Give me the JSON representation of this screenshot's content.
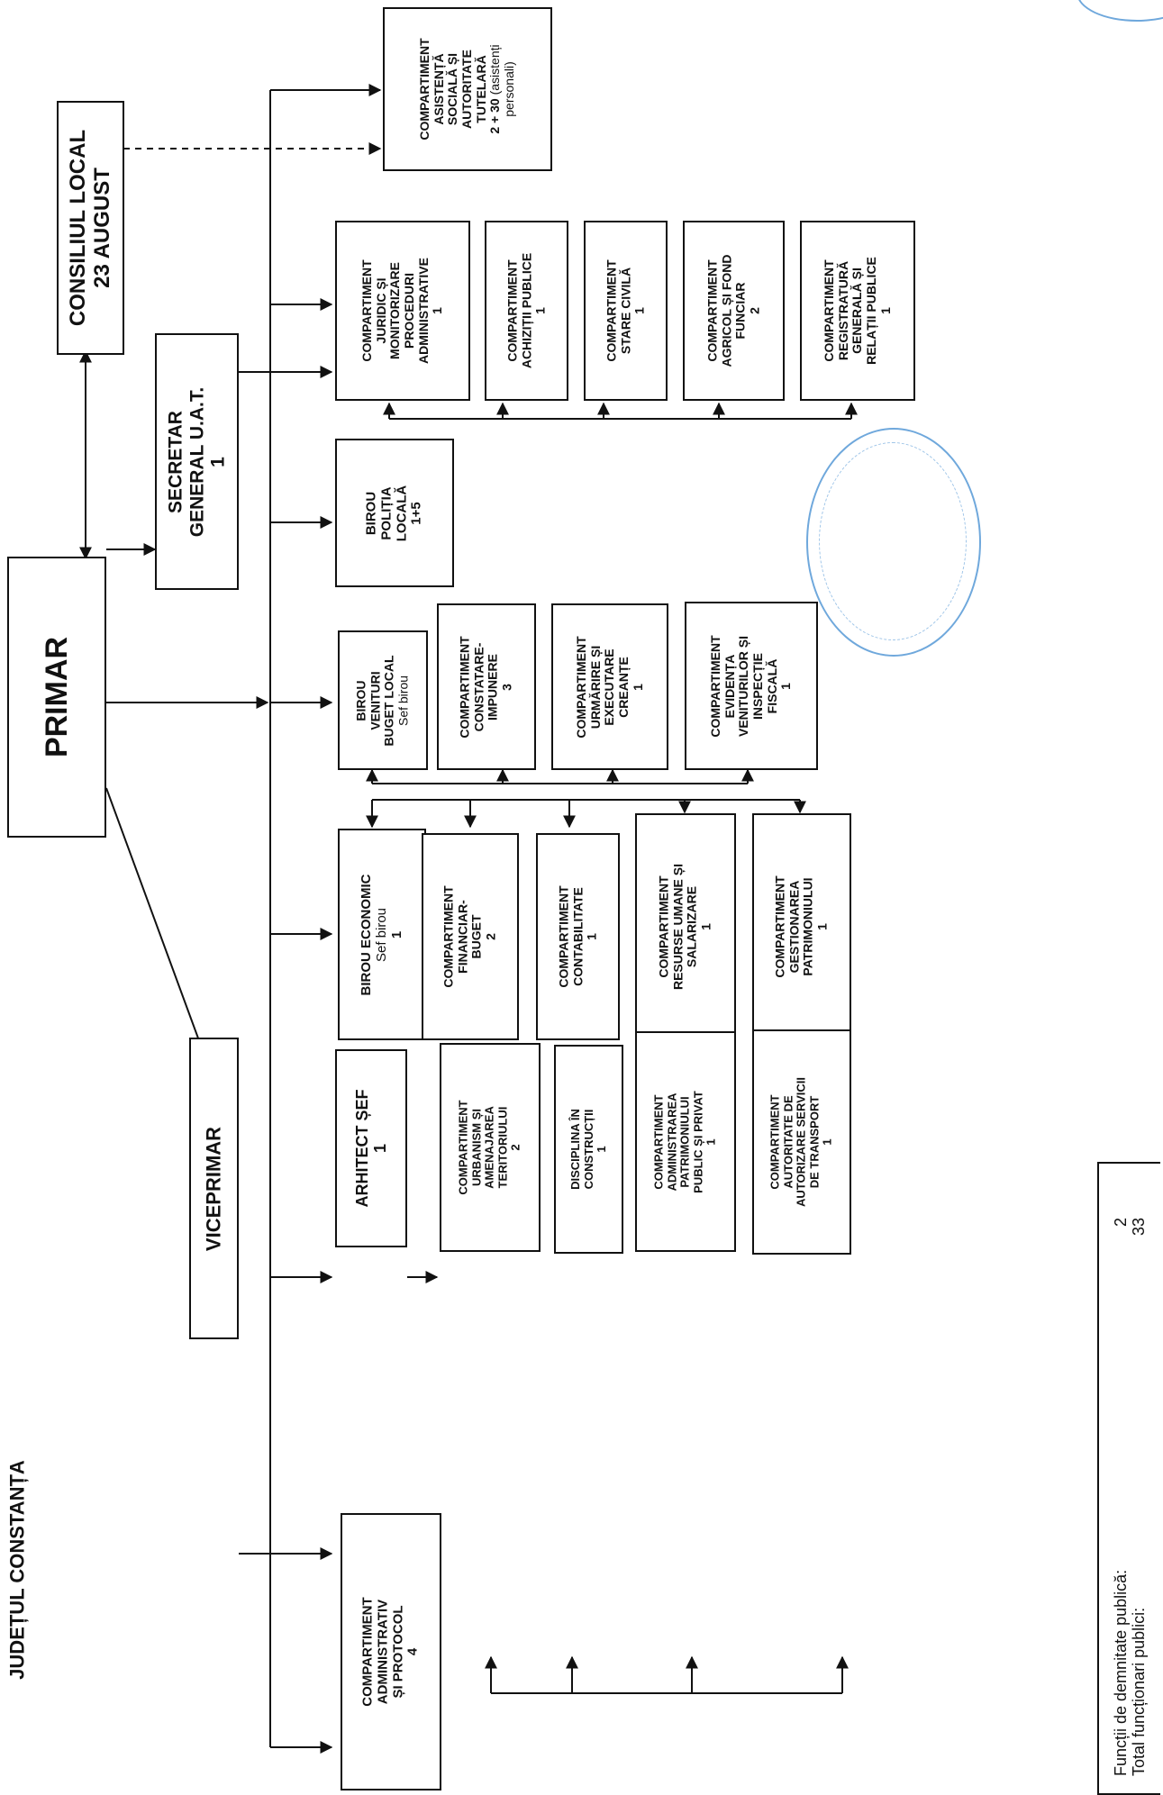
{
  "heading": "JUDEȚUL CONSTANȚA",
  "nodes": {
    "consiliu": [
      "CONSILIUL LOCAL",
      "23 AUGUST"
    ],
    "primar": [
      "PRIMAR"
    ],
    "secretar": [
      "SECRETAR",
      "GENERAL U.A.T.",
      "1"
    ],
    "viceprimar": [
      "VICEPRIMAR"
    ],
    "asistenta": [
      "COMPARTIMENT",
      "ASISTENȚĂ",
      "SOCIALĂ ȘI",
      "AUTORITATE",
      "TUTELARĂ",
      "2 + 30",
      "(asistenți",
      "personali)"
    ],
    "juridic": [
      "COMPARTIMENT",
      "JURIDIC ȘI",
      "MONITORIZARE",
      "PROCEDURI",
      "ADMINISTRATIVE",
      "1"
    ],
    "achizitii": [
      "COMPARTIMENT",
      "ACHIZIȚII PUBLICE",
      "1"
    ],
    "stare_civila": [
      "COMPARTIMENT",
      "STARE CIVILĂ",
      "1"
    ],
    "agricol": [
      "COMPARTIMENT",
      "AGRICOL ȘI FOND",
      "FUNCIAR",
      "2"
    ],
    "registratura": [
      "COMPARTIMENT",
      "REGISTRATURĂ",
      "GENERALĂ ȘI",
      "RELAȚII PUBLICE",
      "1"
    ],
    "politia": [
      "BIROU",
      "POLIȚIA",
      "LOCALĂ",
      "1+5"
    ],
    "venituri": [
      "BIROU",
      "VENITURI",
      "BUGET LOCAL",
      "Sef birou"
    ],
    "constatare": [
      "COMPARTIMENT",
      "CONSTATARE-",
      "IMPUNERE",
      "3"
    ],
    "urmarire": [
      "COMPARTIMENT",
      "URMĂRIRE ȘI",
      "EXECUTARE",
      "CREANȚE",
      "1"
    ],
    "evidenta": [
      "COMPARTIMENT",
      "EVIDENȚA",
      "VENITURILOR ȘI",
      "INSPECȚIE",
      "FISCALĂ",
      "1"
    ],
    "economic": [
      "BIROU ECONOMIC",
      "Sef birou",
      "1"
    ],
    "financiar": [
      "COMPARTIMENT",
      "FINANCIAR-",
      "BUGET",
      "2"
    ],
    "contabilitate": [
      "COMPARTIMENT",
      "CONTABILITATE",
      "1"
    ],
    "resurse": [
      "COMPARTIMENT",
      "RESURSE UMANE ȘI",
      "SALARIZARE",
      "1"
    ],
    "gestionare": [
      "COMPARTIMENT",
      "GESTIONAREA",
      "PATRIMONIULUI",
      "1"
    ],
    "arhitect": [
      "ARHITECT ȘEF",
      "1"
    ],
    "urbanism": [
      "COMPARTIMENT",
      "URBANISM ȘI",
      "AMENAJAREA",
      "TERITORIULUI",
      "2"
    ],
    "disciplina": [
      "DISCIPLINA ÎN",
      "CONSTRUCȚII",
      "1"
    ],
    "administrare": [
      "COMPARTIMENT",
      "ADMINISTRAREA",
      "PATRIMONIULUI",
      "PUBLIC ȘI PRIVAT",
      "1"
    ],
    "autoritate": [
      "COMPARTIMENT",
      "AUTORITATE DE",
      "AUTORIZARE SERVICII",
      "DE TRANSPORT",
      "1"
    ],
    "administrativ": [
      "COMPARTIMENT",
      "ADMINISTRATIV",
      "ȘI PROTOCOL",
      "4"
    ]
  },
  "legend": [
    {
      "label": "Funcții de demnitate publică:",
      "value": "2"
    },
    {
      "label": "Total funcționari publici:",
      "value": "33"
    }
  ]
}
